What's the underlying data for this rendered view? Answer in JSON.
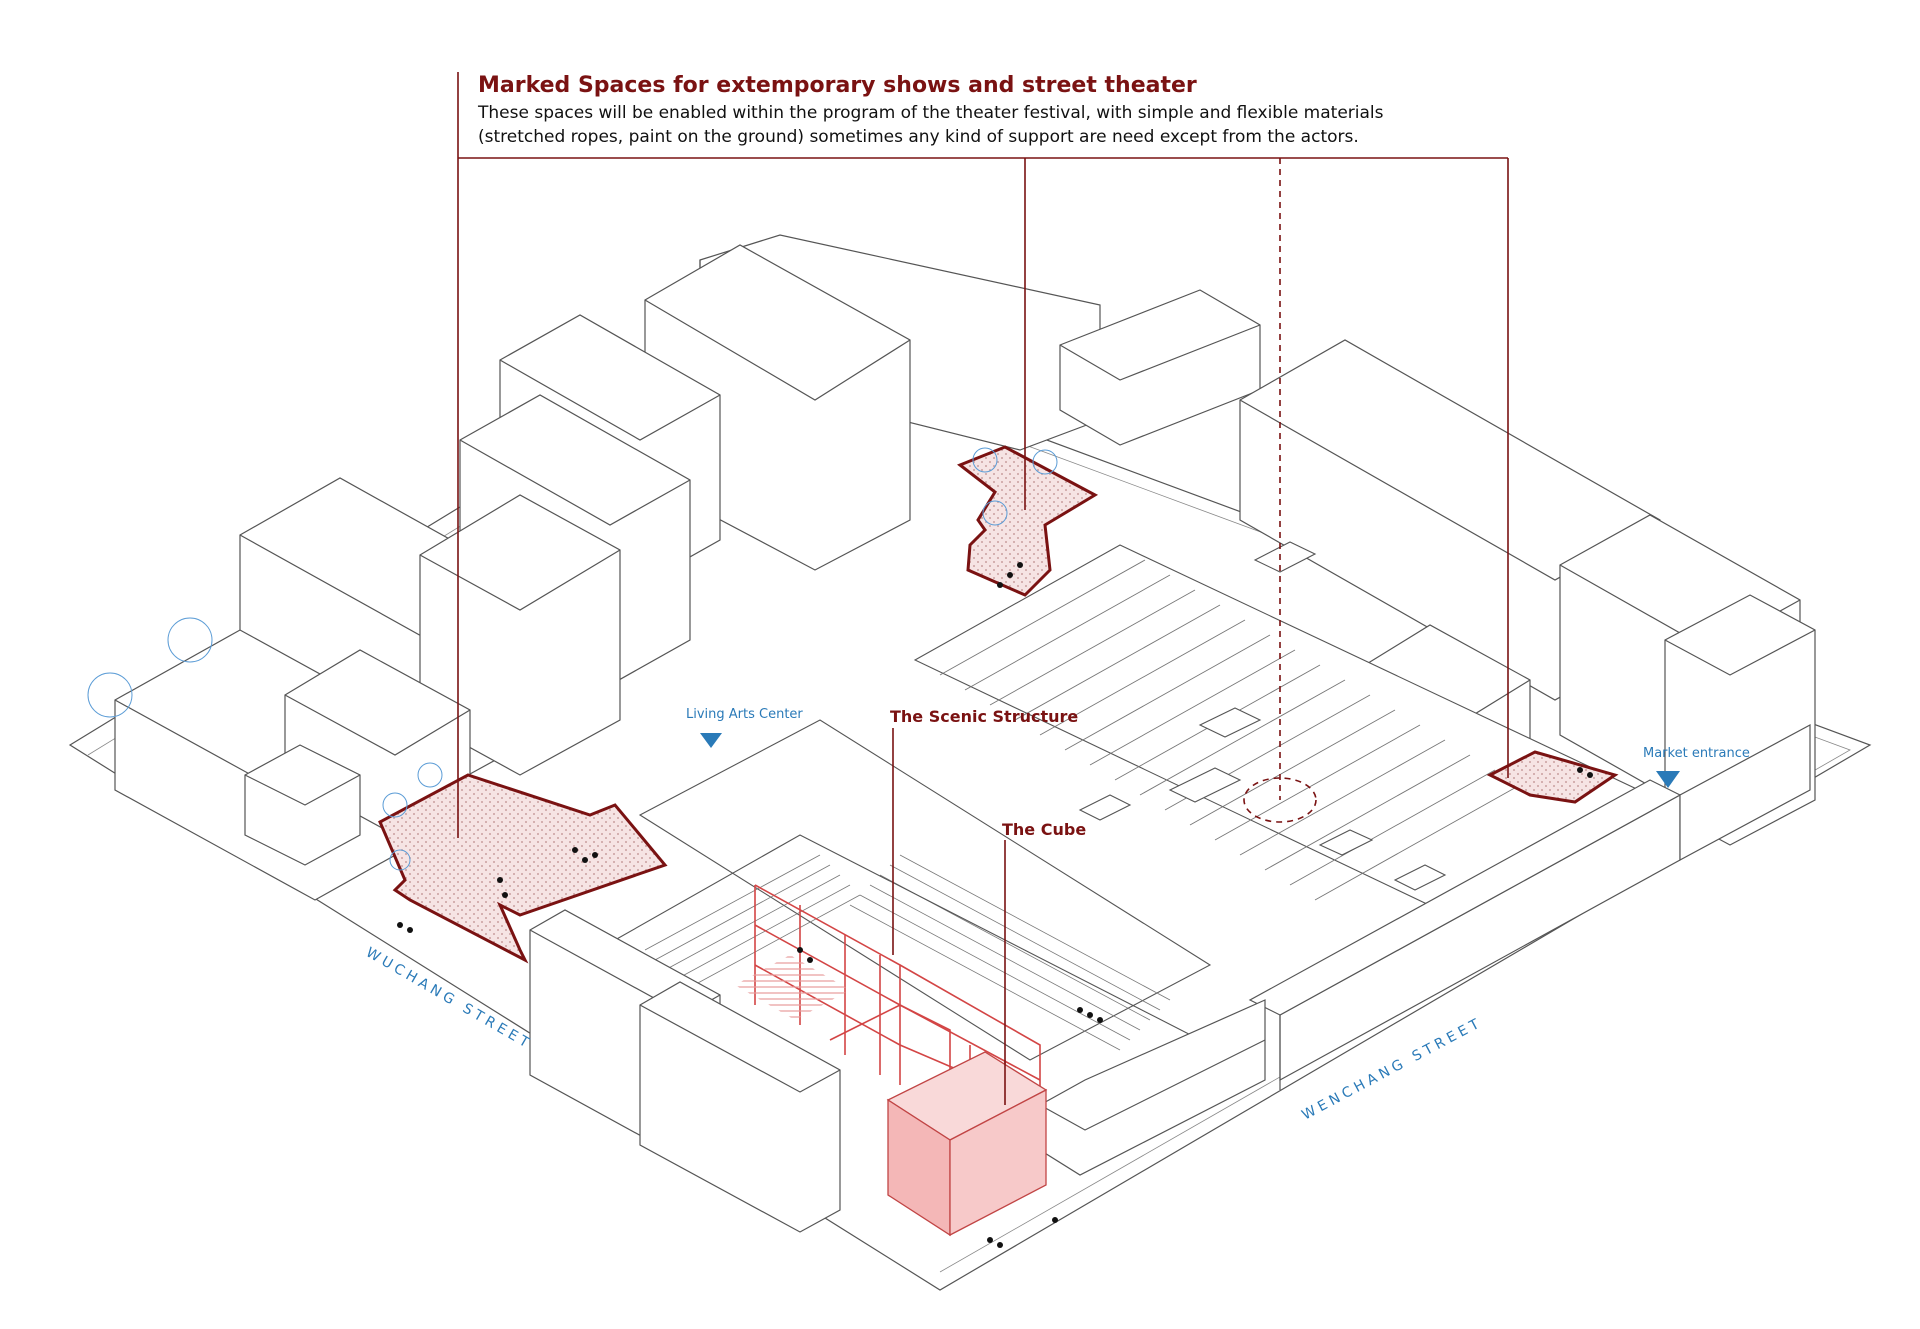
{
  "header": {
    "title": "Marked Spaces for extemporary shows and street theater",
    "desc_line1": "These spaces will be enabled within the program of the theater festival, with simple and flexible materials",
    "desc_line2": "(stretched ropes, paint on the ground) sometimes any kind of support are need except from the actors."
  },
  "labels": {
    "living_arts_center": "Living Arts Center",
    "scenic_structure": "The Scenic Structure",
    "the_cube": "The Cube",
    "market_entrance": "Market entrance"
  },
  "streets": {
    "wuchang": "WUCHANG STREET",
    "wenchang": "WENCHANG STREET"
  },
  "colors": {
    "accent_red": "#7a1212",
    "blue_label": "#2a7ab8",
    "highlight_fill": "#f4d6d6",
    "cube_fill": "#f7c9c9",
    "line": "#555555"
  }
}
